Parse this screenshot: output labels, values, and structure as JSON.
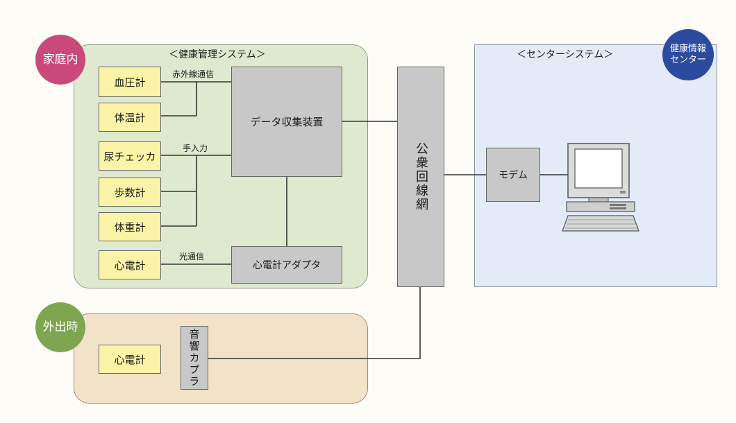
{
  "home": {
    "badge": "家庭内",
    "system_title": "＜健康管理システム＞",
    "devices": {
      "blood_pressure": "血圧計",
      "thermometer": "体温計",
      "urine_checker": "尿チェッカ",
      "pedometer": "歩数計",
      "scale": "体重計",
      "ecg": "心電計"
    },
    "links": {
      "infrared": "赤外線通信",
      "manual": "手入力",
      "optical": "光通信"
    },
    "collector": "データ収集装置",
    "ecg_adapter": "心電計アダプタ"
  },
  "outside": {
    "badge": "外出時",
    "ecg": "心電計",
    "acoustic_coupler": "音響カプラ"
  },
  "network": {
    "public_line": "公衆回線網"
  },
  "center": {
    "badge_line1": "健康情報",
    "badge_line2": "センター",
    "system_title": "＜センターシステム＞",
    "modem": "モデム"
  },
  "icons": {
    "computer": "computer-icon"
  },
  "colors": {
    "home_region": "#dfe9cf",
    "outside_region": "#f2e2c8",
    "center_region": "#e3ebf7",
    "home_badge": "#c94a7a",
    "outside_badge": "#7ea54f",
    "center_badge": "#2d4b9e",
    "device_box": "#fbf4a6",
    "unit_box": "#c8c8c8"
  }
}
